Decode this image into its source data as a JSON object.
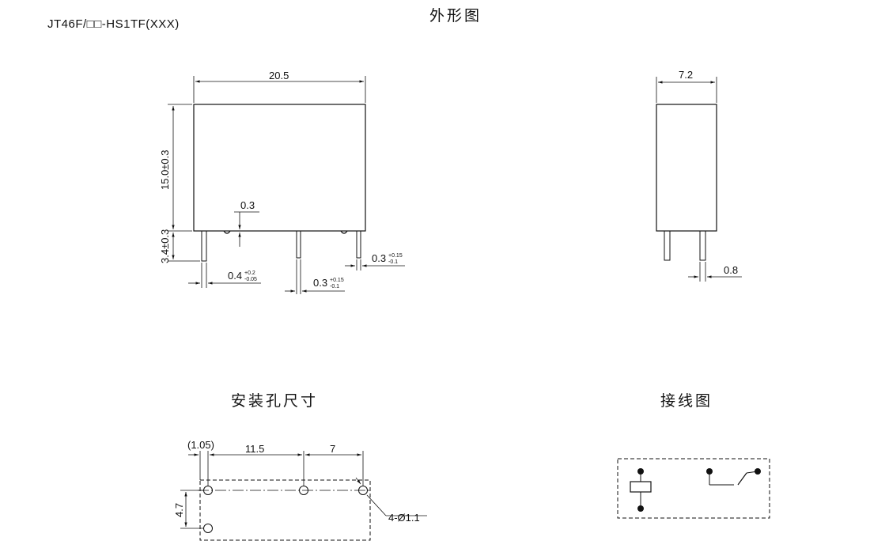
{
  "header": {
    "model": "JT46F/□□-HS1TF(XXX)",
    "outline_title": "外形图"
  },
  "outline": {
    "width": "20.5",
    "height": "15.0±0.3",
    "pin_length": "3.4±0.3",
    "pin_gap": "0.3",
    "pin_width_1": "0.4",
    "pin_width_1_tol_upper": "+0.2",
    "pin_width_1_tol_lower": "-0.05",
    "pin_width_2": "0.3",
    "pin_width_2_tol_upper": "+0.15",
    "pin_width_2_tol_lower": "-0.1",
    "pin_width_3": "0.3",
    "pin_width_3_tol_upper": "+0.15",
    "pin_width_3_tol_lower": "-0.1",
    "side_width": "7.2",
    "side_pin_width": "0.8"
  },
  "mounting": {
    "title": "安装孔尺寸",
    "offset": "(1.05)",
    "spacing_a": "11.5",
    "spacing_b": "7",
    "vertical": "4.7",
    "hole_spec": "4-Ø1.1"
  },
  "wiring": {
    "title": "接线图"
  }
}
